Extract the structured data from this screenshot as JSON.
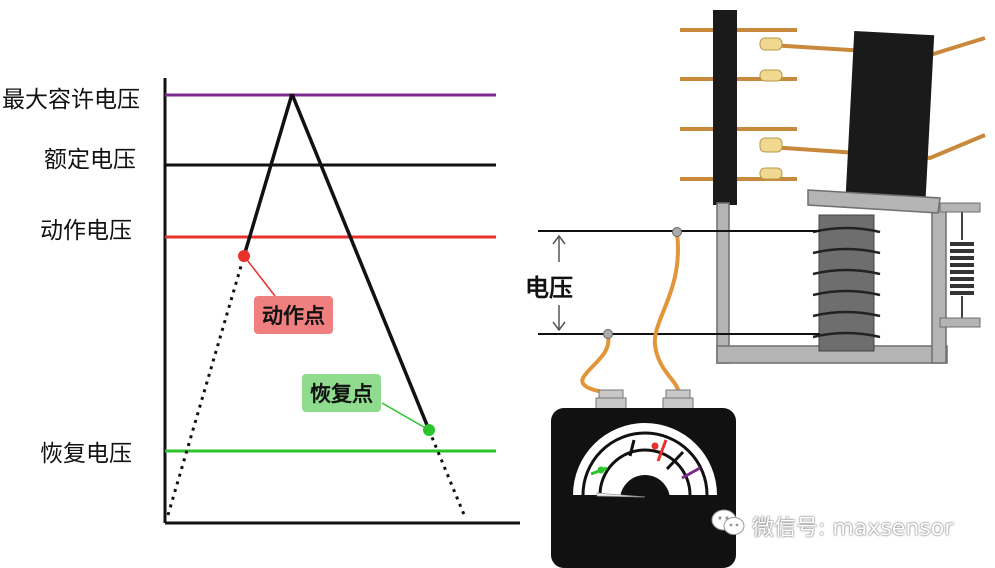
{
  "levels": {
    "max_voltage": "最大容许电压",
    "rated_voltage": "额定电压",
    "pickup_voltage": "动作电压",
    "release_voltage": "恢复电压"
  },
  "points": {
    "pickup_point": "动作点",
    "release_point": "恢复点"
  },
  "relay": {
    "voltage_label": "电压"
  },
  "watermark": {
    "text": "微信号: maxsensor",
    "icon": "wechat-icon"
  },
  "colors": {
    "max_line": "#7a2a8c",
    "rated_line": "#111111",
    "pickup_line": "#e8312a",
    "release_line": "#2bc42b",
    "wire": "#e3953a",
    "pickup_callout": "#f08080",
    "release_callout": "#8fdc8f"
  }
}
